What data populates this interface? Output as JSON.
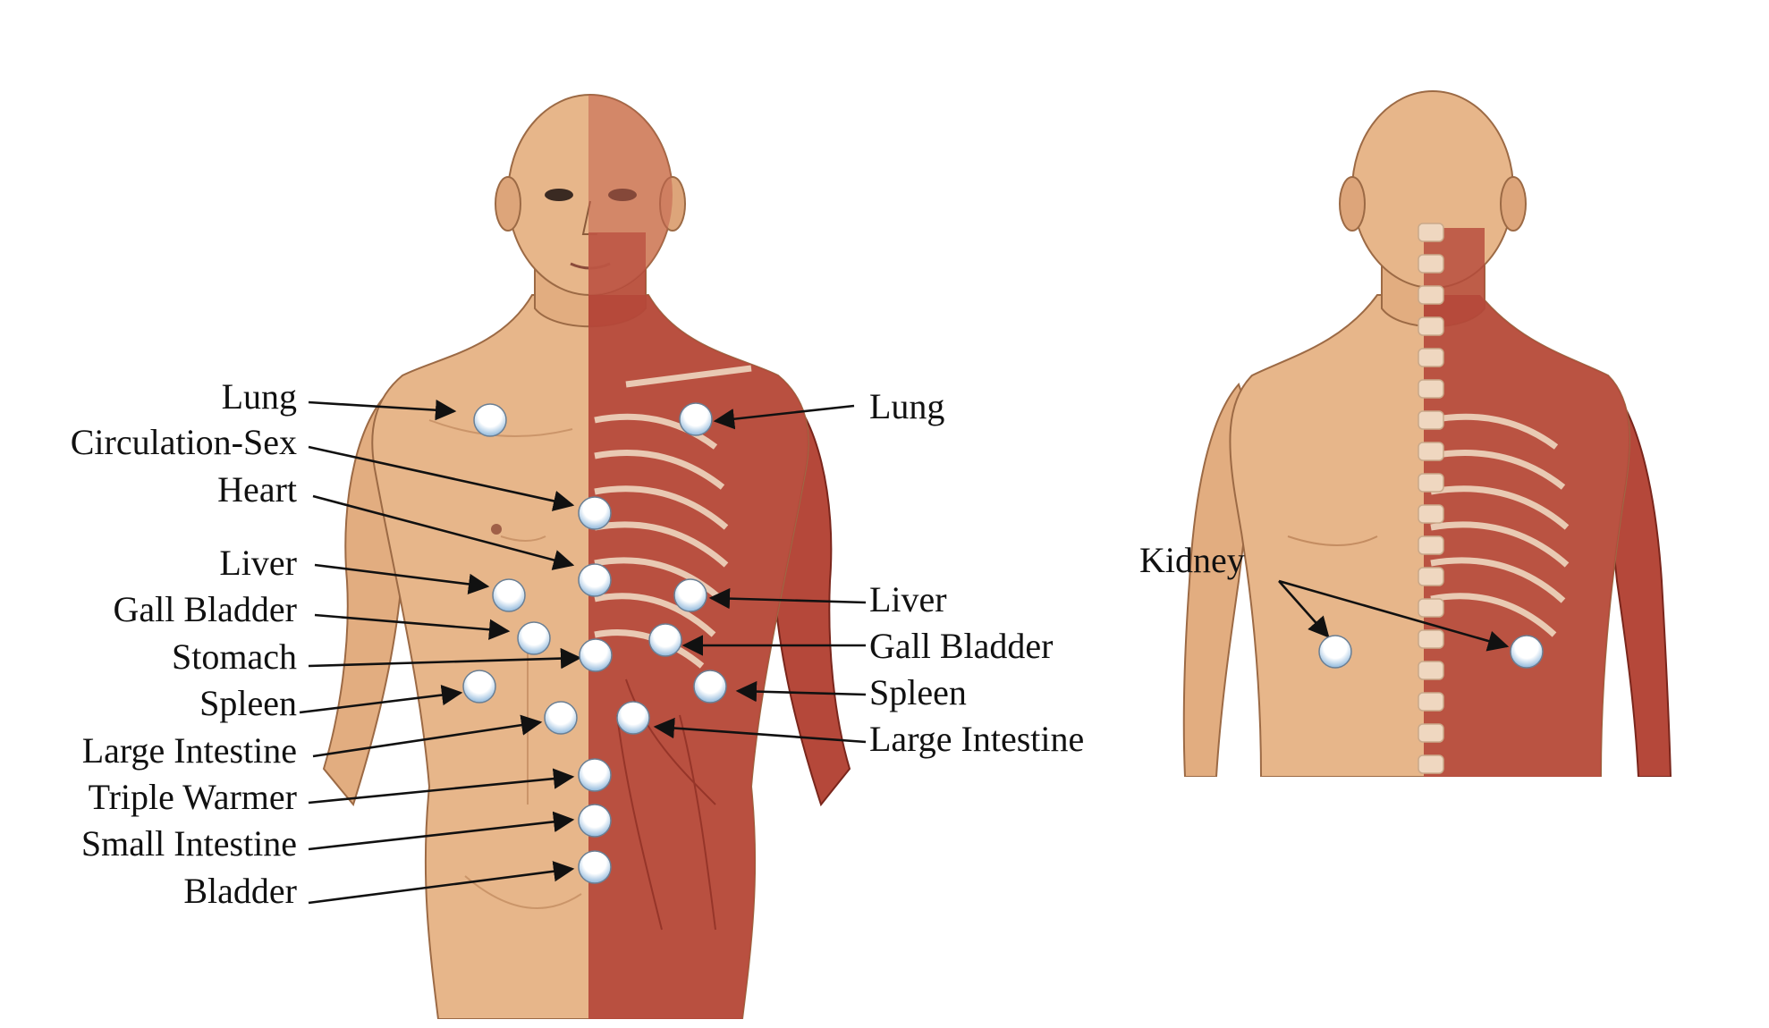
{
  "colors": {
    "skin": "#e7b68a",
    "skin_shade": "#d39c6e",
    "muscle": "#b5483a",
    "muscle_dark": "#8e2f24",
    "bone": "#efd7c0",
    "point_fill": "#ffffff",
    "point_shade": "#8fb8dc",
    "arrow": "#111111"
  },
  "front_view": {
    "left_labels": [
      {
        "id": "lung-left",
        "text": "Lung"
      },
      {
        "id": "circulation-sex",
        "text": "Circulation-Sex"
      },
      {
        "id": "heart",
        "text": "Heart"
      },
      {
        "id": "liver-left",
        "text": "Liver"
      },
      {
        "id": "gall-bladder-left",
        "text": "Gall Bladder"
      },
      {
        "id": "stomach",
        "text": "Stomach"
      },
      {
        "id": "spleen-left",
        "text": "Spleen"
      },
      {
        "id": "large-intestine-left",
        "text": "Large Intestine"
      },
      {
        "id": "triple-warmer",
        "text": "Triple Warmer"
      },
      {
        "id": "small-intestine",
        "text": "Small Intestine"
      },
      {
        "id": "bladder",
        "text": "Bladder"
      }
    ],
    "right_labels": [
      {
        "id": "lung-right",
        "text": "Lung"
      },
      {
        "id": "liver-right",
        "text": "Liver"
      },
      {
        "id": "gall-bladder-right",
        "text": "Gall Bladder"
      },
      {
        "id": "spleen-right",
        "text": "Spleen"
      },
      {
        "id": "large-intestine-right",
        "text": "Large Intestine"
      }
    ]
  },
  "back_view": {
    "labels": [
      {
        "id": "kidney",
        "text": "Kidney"
      }
    ]
  }
}
